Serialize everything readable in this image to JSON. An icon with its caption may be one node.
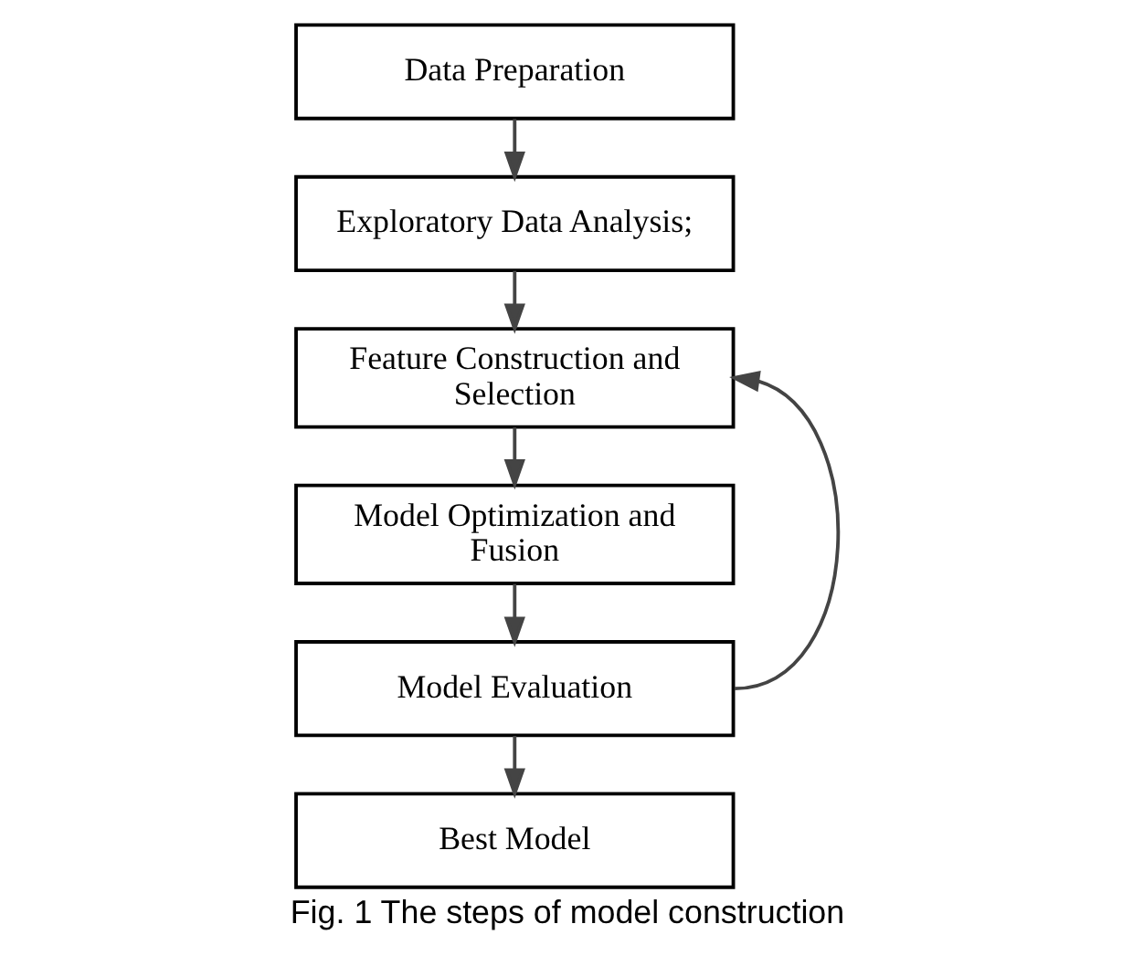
{
  "diagram": {
    "caption": "Fig. 1 The steps of model construction",
    "nodes": [
      {
        "text": [
          "Data Preparation"
        ]
      },
      {
        "text": [
          "Exploratory Data Analysis;"
        ]
      },
      {
        "text": [
          "Feature Construction and Selection"
        ]
      },
      {
        "text": [
          "Model Optimization and Fusion"
        ]
      },
      {
        "text": [
          "Model Evaluation"
        ]
      },
      {
        "text": [
          "Best Model"
        ]
      }
    ],
    "edges": [
      {
        "from": 0,
        "to": 1,
        "arrow": "to"
      },
      {
        "from": 1,
        "to": 2,
        "arrow": "to"
      },
      {
        "from": 2,
        "to": 3,
        "arrow": "to"
      },
      {
        "from": 3,
        "to": 4,
        "arrow": "to"
      },
      {
        "from": 4,
        "to": 5,
        "arrow": "to"
      },
      {
        "from": 4,
        "to": 2,
        "arrow": "to"
      }
    ]
  }
}
